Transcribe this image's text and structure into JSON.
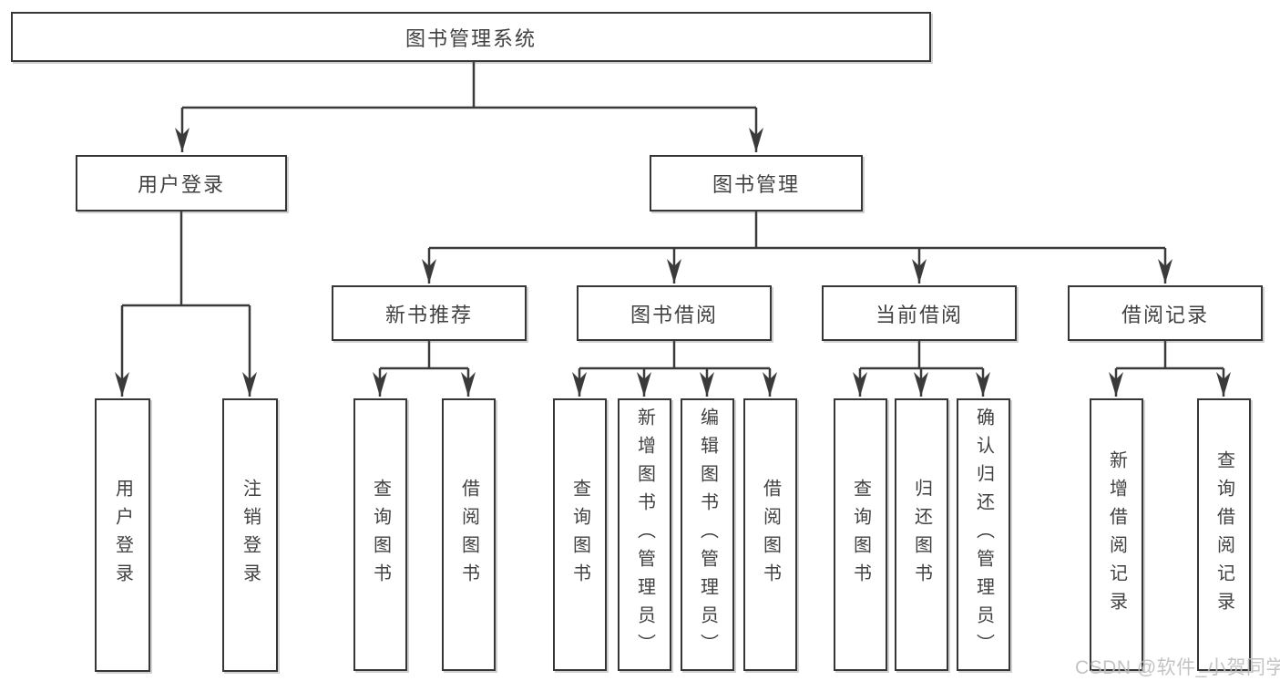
{
  "diagram": {
    "root": {
      "label": "图书管理系统"
    },
    "branches": [
      {
        "label": "用户登录",
        "children": [
          {
            "label": "用户登录"
          },
          {
            "label": "注销登录"
          }
        ]
      },
      {
        "label": "图书管理",
        "children": [
          {
            "label": "新书推荐",
            "children": [
              {
                "label": "查询图书"
              },
              {
                "label": "借阅图书"
              }
            ]
          },
          {
            "label": "图书借阅",
            "children": [
              {
                "label": "查询图书"
              },
              {
                "label": "新增图书（管理员）"
              },
              {
                "label": "编辑图书（管理员）"
              },
              {
                "label": "借阅图书"
              }
            ]
          },
          {
            "label": "当前借阅",
            "children": [
              {
                "label": "查询图书"
              },
              {
                "label": "归还图书"
              },
              {
                "label": "确认归还（管理员）"
              }
            ]
          },
          {
            "label": "借阅记录",
            "children": [
              {
                "label": "新增借阅记录"
              },
              {
                "label": "查询借阅记录"
              }
            ]
          }
        ]
      }
    ]
  },
  "watermark": {
    "text": "CSDN @软件_小贺同学"
  },
  "colors": {
    "background": "#ffffff",
    "line": "#3a3a3a",
    "box_border": "#363636",
    "text": "#414141",
    "watermark": "#bdbdbd"
  }
}
